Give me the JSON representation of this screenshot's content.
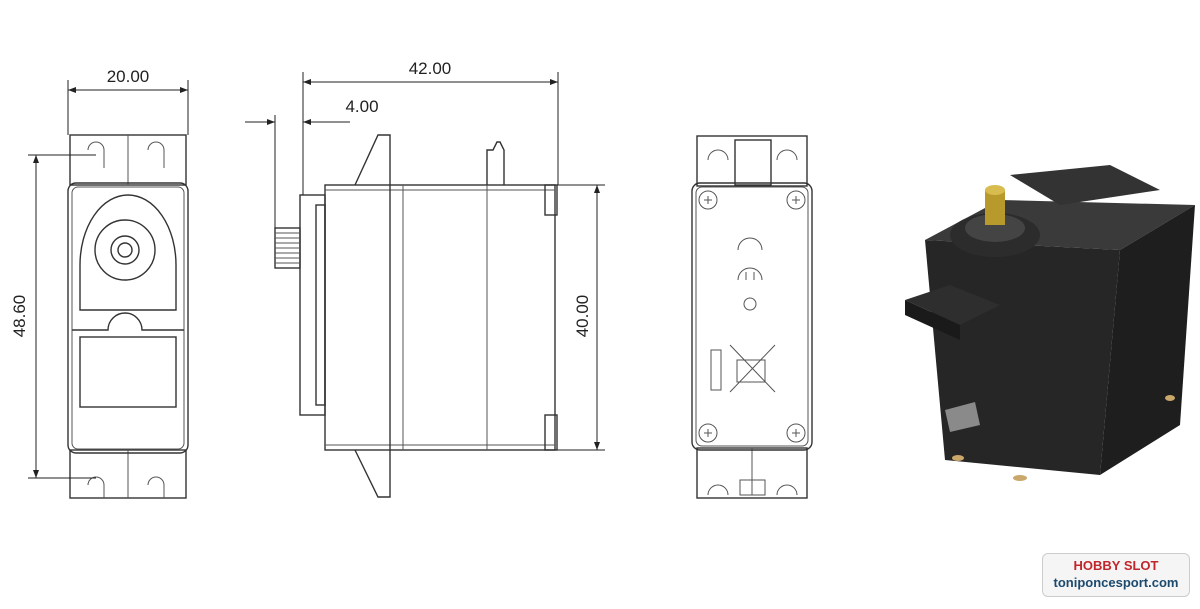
{
  "dimensions": {
    "front_width": "20.00",
    "front_height": "48.60",
    "side_length": "42.00",
    "side_spline": "4.00",
    "side_height": "40.00"
  },
  "watermark": {
    "brand": "HOBBY SLOT",
    "site": "toniponcesport.com",
    "brand_color": "#c0272d",
    "site_color": "#1c4a6e"
  }
}
